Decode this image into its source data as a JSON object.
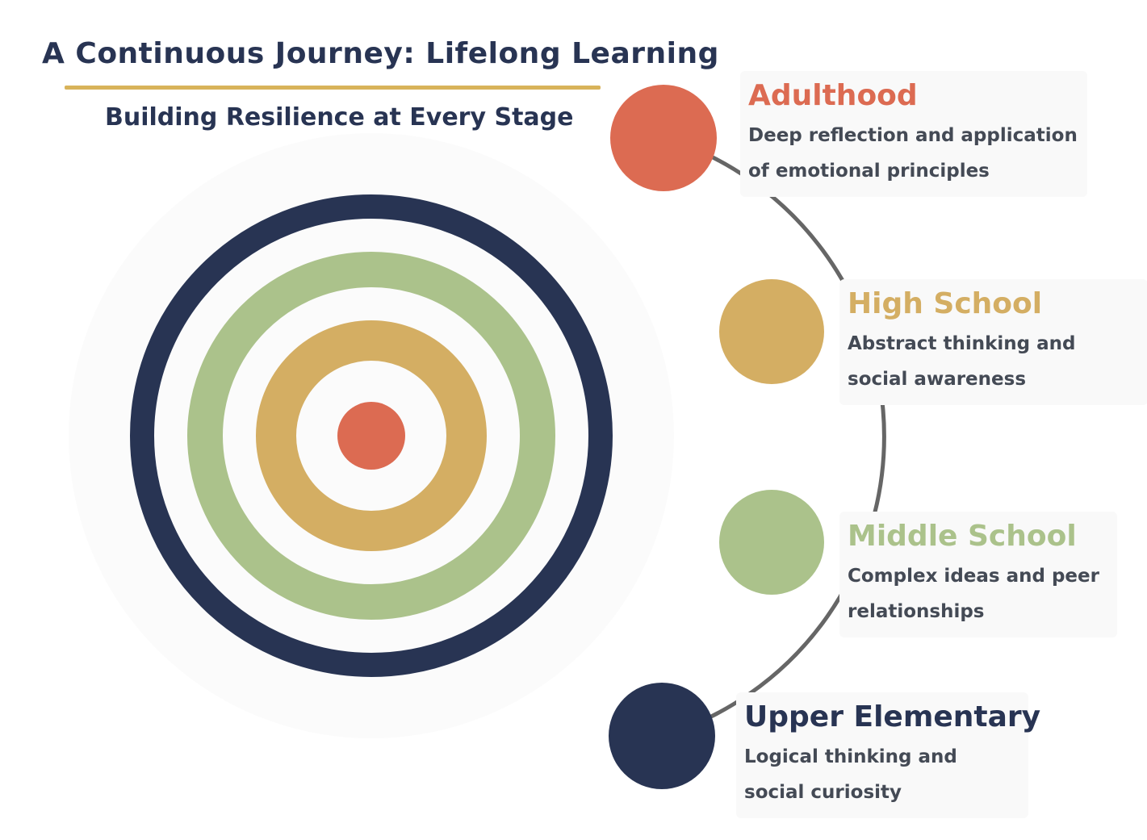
{
  "header": {
    "title": "A Continuous Journey: Lifelong Learning",
    "subtitle": "Building Resilience at Every Stage"
  },
  "colors": {
    "navy": "#283453",
    "green": "#abc28b",
    "gold": "#d4ae63",
    "coral": "#dc6b52",
    "rule": "#d8b35a",
    "connector": "#666666",
    "text": "#444a55"
  },
  "stages": [
    {
      "name": "Adulthood",
      "description": "Deep reflection and application of emotional principles",
      "color": "#dc6b52"
    },
    {
      "name": "High School",
      "description": "Abstract thinking and social awareness",
      "color": "#d4ae63"
    },
    {
      "name": "Middle School",
      "description": "Complex ideas and peer relationships",
      "color": "#abc28b"
    },
    {
      "name": "Upper Elementary",
      "description": "Logical thinking and social curiosity",
      "color": "#283453"
    }
  ]
}
